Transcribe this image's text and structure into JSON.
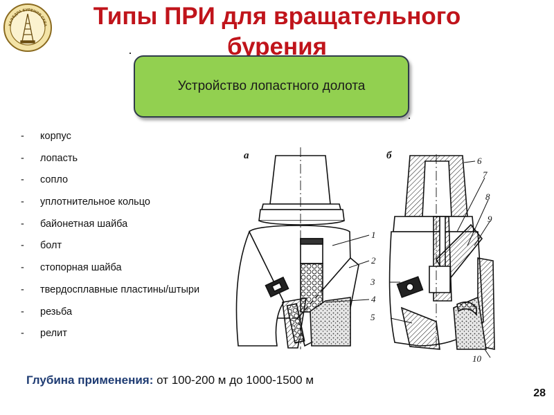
{
  "title": "Типы ПРИ для вращательного бурения",
  "logo": {
    "text": "КАФЕДРА БУРЕНИЯ СКВАЖИН"
  },
  "highlight": {
    "text": "Устройство лопастного долота"
  },
  "parts": [
    {
      "dash": "-",
      "text": "корпус"
    },
    {
      "dash": "-",
      "text": "лопасть"
    },
    {
      "dash": "-",
      "text": "сопло"
    },
    {
      "dash": "-",
      "text": "уплотнительное кольцо"
    },
    {
      "dash": "-",
      "text": "байонетная шайба"
    },
    {
      "dash": "-",
      "text": "болт"
    },
    {
      "dash": "-",
      "text": "стопорная шайба"
    },
    {
      "dash": "-",
      "text": "твердосплавные пластины/штыри"
    },
    {
      "dash": "-",
      "text": "резьба"
    },
    {
      "dash": "-",
      "text": "релит"
    }
  ],
  "diagram": {
    "label_a": "а",
    "label_b": "б",
    "callouts": [
      "1",
      "2",
      "3",
      "4",
      "5",
      "6",
      "7",
      "8",
      "9",
      "10"
    ]
  },
  "footer": {
    "label": "Глубина применения:",
    "value": " от 100-200 м до 1000-1500 м"
  },
  "page_number": "28",
  "colors": {
    "title": "#c0141b",
    "box_fill": "#92d050",
    "footer_label": "#1f3c73"
  }
}
